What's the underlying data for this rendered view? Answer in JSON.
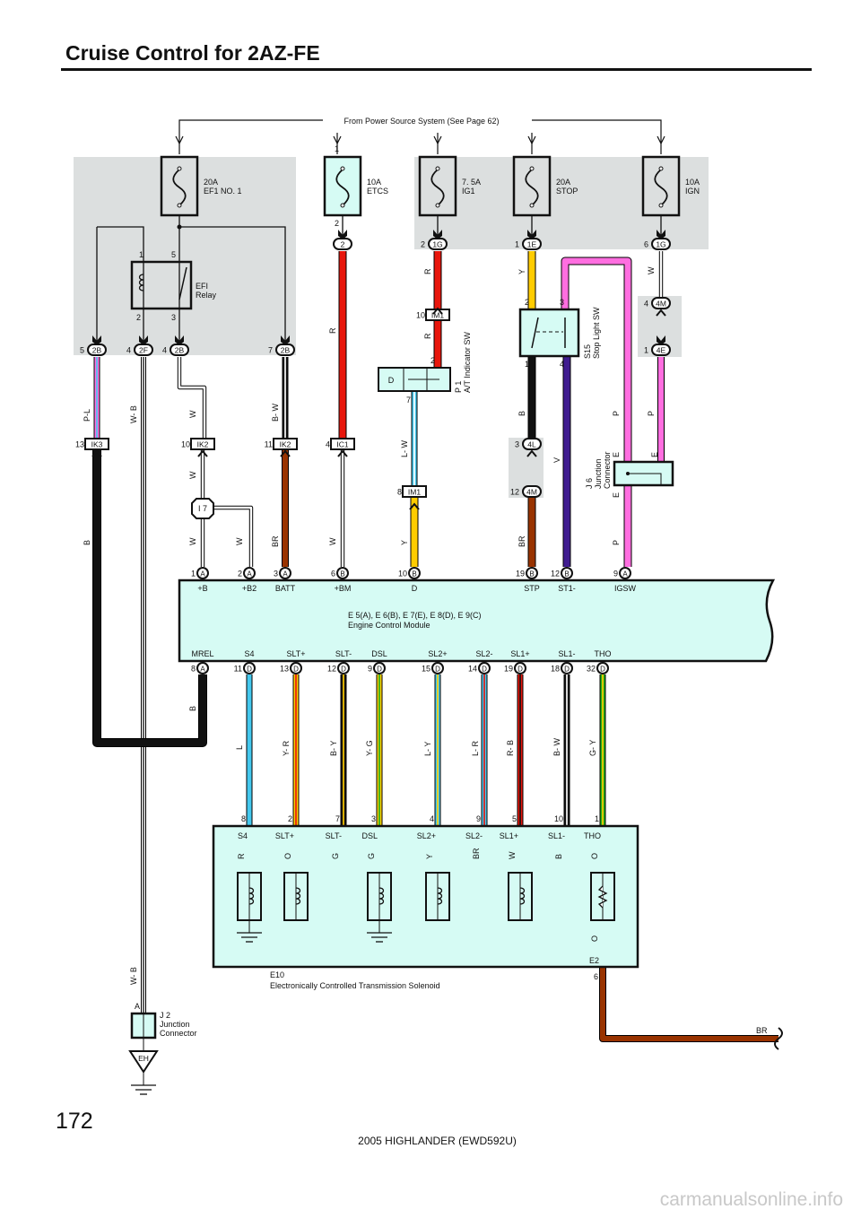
{
  "title": "Cruise Control for 2AZ-FE",
  "page_number": "172",
  "footer": "2005 HIGHLANDER (EWD592U)",
  "watermark": "carmanualsonline.info",
  "power_source_note": "From Power Source System (See Page 62)",
  "fuses": [
    {
      "rating": "20A",
      "name": "EF1 NO. 1"
    },
    {
      "rating": "10A",
      "name": "ETCS",
      "pin_in": "1",
      "pin_out": "2"
    },
    {
      "rating": "7. 5A",
      "name": "IG1"
    },
    {
      "rating": "20A",
      "name": "STOP"
    },
    {
      "rating": "10A",
      "name": "IGN"
    }
  ],
  "relay": {
    "name_line1": "EFI",
    "name_line2": "Relay",
    "pins": [
      "1",
      "5",
      "2",
      "3"
    ]
  },
  "connectors": [
    {
      "pin": "5",
      "id": "2B"
    },
    {
      "pin": "4",
      "id": "2F"
    },
    {
      "pin": "4",
      "id": "2B"
    },
    {
      "pin": "7",
      "id": "2B"
    },
    {
      "pin": "",
      "id": "2"
    },
    {
      "pin": "2",
      "id": "1G"
    },
    {
      "pin": "1",
      "id": "1E"
    },
    {
      "pin": "6",
      "id": "1G"
    },
    {
      "pin": "4",
      "id": "4M"
    },
    {
      "pin": "1",
      "id": "4E"
    },
    {
      "pin": "3",
      "id": "4L"
    },
    {
      "pin": "12",
      "id": "4M"
    },
    {
      "pin": "13",
      "id": "IK3"
    },
    {
      "pin": "10",
      "id": "IK2"
    },
    {
      "pin": "11",
      "id": "IK2"
    },
    {
      "pin": "4",
      "id": "IC1"
    },
    {
      "pin": "10",
      "id": "IM1"
    },
    {
      "pin": "8",
      "id": "IM1"
    }
  ],
  "wire_labels": [
    "P-L",
    "W- B",
    "W",
    "B- W",
    "R",
    "R",
    "R",
    "Y",
    "W",
    "P",
    "P",
    "B",
    "V",
    "L- W",
    "W",
    "B",
    "W",
    "W",
    "BR",
    "W",
    "Y",
    "BR",
    "P",
    "B",
    "L",
    "Y- R",
    "B- Y",
    "Y- G",
    "L- Y",
    "L- R",
    "R- B",
    "B- W",
    "G- Y",
    "W- B",
    "BR"
  ],
  "p1": {
    "ref": "P 1",
    "name": "A/T Indicator SW",
    "terminal": "D",
    "pins": [
      "2",
      "7"
    ]
  },
  "s15": {
    "ref": "S15",
    "name": "Stop Light SW",
    "pins": [
      "2",
      "3",
      "1",
      "4"
    ]
  },
  "j6": {
    "ref": "J 6",
    "name_line1": "Junction",
    "name_line2": "Connector",
    "terminals": [
      "E",
      "E",
      "E"
    ]
  },
  "i7": "I 7",
  "j2": {
    "ref": "J 2",
    "name_line1": "Junction",
    "name_line2": "Connector",
    "pin": "A",
    "ground": "EH"
  },
  "ecm": {
    "ref": "E 5(A), E 6(B), E 7(E), E 8(D), E 9(C)",
    "name": "Engine Control Module",
    "top_pins": [
      {
        "num": "1",
        "conn": "A",
        "label": "+B"
      },
      {
        "num": "2",
        "conn": "A",
        "label": "+B2"
      },
      {
        "num": "3",
        "conn": "A",
        "label": "BATT"
      },
      {
        "num": "6",
        "conn": "B",
        "label": "+BM"
      },
      {
        "num": "10",
        "conn": "B",
        "label": "D"
      },
      {
        "num": "19",
        "conn": "B",
        "label": "STP"
      },
      {
        "num": "12",
        "conn": "B",
        "label": "ST1-"
      },
      {
        "num": "9",
        "conn": "A",
        "label": "IGSW"
      }
    ],
    "bottom_pins": [
      {
        "num": "8",
        "conn": "A",
        "label": "MREL"
      },
      {
        "num": "11",
        "conn": "D",
        "label": "S4"
      },
      {
        "num": "13",
        "conn": "D",
        "label": "SLT+"
      },
      {
        "num": "12",
        "conn": "D",
        "label": "SLT-"
      },
      {
        "num": "9",
        "conn": "D",
        "label": "DSL"
      },
      {
        "num": "15",
        "conn": "D",
        "label": "SL2+"
      },
      {
        "num": "14",
        "conn": "D",
        "label": "SL2-"
      },
      {
        "num": "19",
        "conn": "D",
        "label": "SL1+"
      },
      {
        "num": "18",
        "conn": "D",
        "label": "SL1-"
      },
      {
        "num": "32",
        "conn": "D",
        "label": "THO"
      }
    ]
  },
  "solenoid": {
    "ref": "E10",
    "name": "Electronically Controlled Transmission Solenoid",
    "pins": [
      {
        "num": "8",
        "label": "S4",
        "wire": "R"
      },
      {
        "num": "2",
        "label": "SLT+",
        "wire": "O"
      },
      {
        "num": "7",
        "label": "SLT-",
        "wire": "G"
      },
      {
        "num": "3",
        "label": "DSL",
        "wire": "G"
      },
      {
        "num": "4",
        "label": "SL2+",
        "wire": "Y"
      },
      {
        "num": "9",
        "label": "SL2-",
        "wire": "BR"
      },
      {
        "num": "5",
        "label": "SL1+",
        "wire": "W"
      },
      {
        "num": "10",
        "label": "SL1-",
        "wire": "B"
      },
      {
        "num": "1",
        "label": "THO",
        "wire": "O"
      }
    ],
    "ground_pin": {
      "num": "6",
      "label": "E2",
      "wire": "O"
    }
  },
  "colors": {
    "R": "#e8160c",
    "Y": "#ffcc00",
    "P": "#ff6ee0",
    "L": "#44c8ee",
    "BR": "#993300",
    "V": "#401c90",
    "G": "#22b01c",
    "O": "#ff8000",
    "B": "#111111",
    "W": "#ffffff",
    "relay_box_bg": "#dcdfdf",
    "component_bg": "#d6fbf4"
  }
}
